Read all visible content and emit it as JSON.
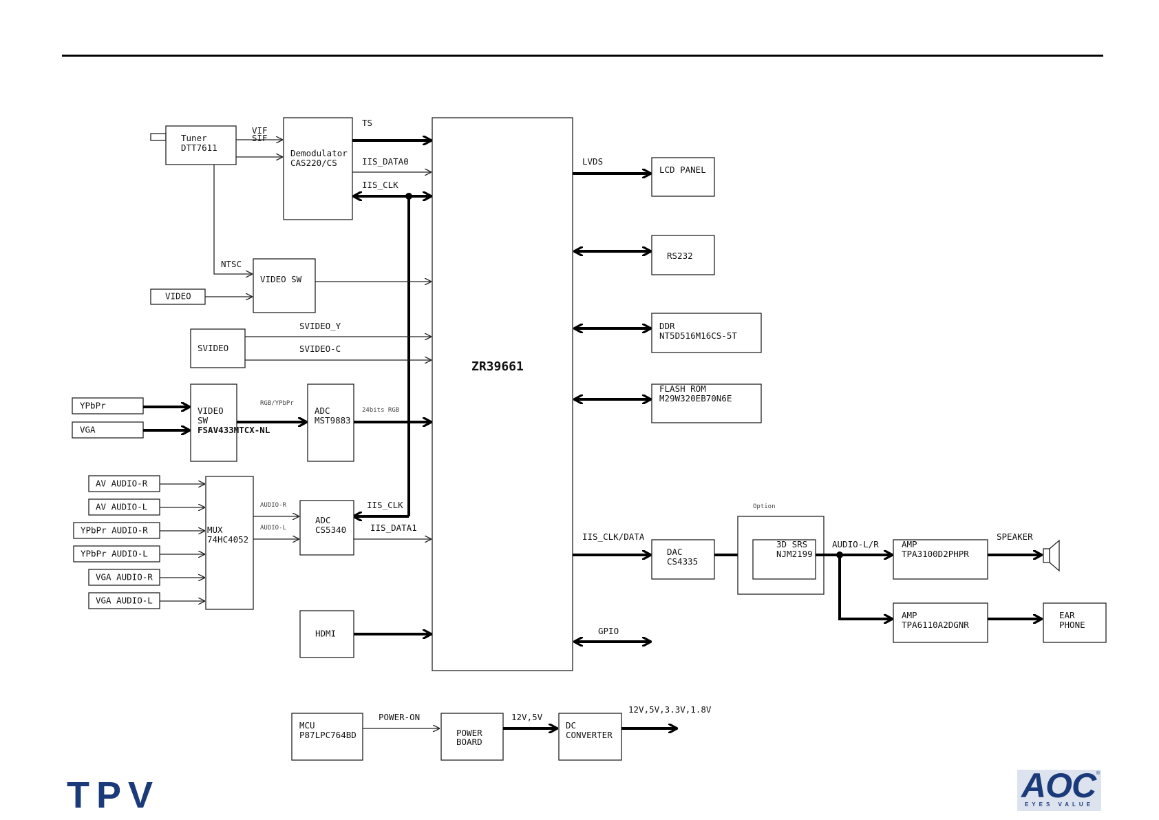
{
  "blocks": {
    "tuner": [
      "Tuner",
      "DTT7611"
    ],
    "demod": [
      "Demodulator",
      "CAS220/CS"
    ],
    "main": "ZR39661",
    "video_sw": "VIDEO SW",
    "video_in": "VIDEO",
    "svideo": "SVIDEO",
    "ypbpr": "YPbPr",
    "vga": "VGA",
    "video_sw2": [
      "VIDEO",
      "SW",
      "FSAV433MTCX-NL"
    ],
    "adc_mst": [
      "ADC",
      "MST9883"
    ],
    "av_audio_r": "AV AUDIO-R",
    "av_audio_l": "AV AUDIO-L",
    "ypbpr_audio_r": "YPbPr AUDIO-R",
    "ypbpr_audio_l": "YPbPr AUDIO-L",
    "vga_audio_r": "VGA AUDIO-R",
    "vga_audio_l": "VGA AUDIO-L",
    "mux": [
      "MUX",
      "74HC4052"
    ],
    "adc_cs": [
      "ADC",
      "CS5340"
    ],
    "hdmi": "HDMI",
    "lcd": "LCD PANEL",
    "rs232": "RS232",
    "ddr": [
      "DDR",
      "NT5D516M16CS-5T"
    ],
    "flash": [
      "FLASH ROM",
      "M29W320EB70N6E"
    ],
    "dac": [
      "DAC",
      "CS4335"
    ],
    "srs": [
      "3D SRS",
      "NJM2199"
    ],
    "amp1": [
      "AMP",
      "TPA3100D2PHPR"
    ],
    "amp2": [
      "AMP",
      "TPA6110A2DGNR"
    ],
    "earphone": [
      "EAR",
      "PHONE"
    ],
    "mcu": [
      "MCU",
      "P87LPC764BD"
    ],
    "power": [
      "POWER",
      "BOARD"
    ],
    "dc": [
      "DC",
      "CONVERTER"
    ]
  },
  "signals": {
    "vif": "VIF",
    "sif": "SIF",
    "ts": "TS",
    "iis_data0": "IIS_DATA0",
    "iis_clk": "IIS_CLK",
    "ntsc": "NTSC",
    "svideo_y": "SVIDEO_Y",
    "svideo_c": "SVIDEO-C",
    "rgb_ypbpr": "RGB/YPbPr",
    "bits24": "24bits RGB",
    "audio_r": "AUDIO-R",
    "audio_l": "AUDIO-L",
    "iis_clk2": "IIS_CLK",
    "iis_data1": "IIS_DATA1",
    "lvds": "LVDS",
    "iis_clk_data": "IIS_CLK/DATA",
    "gpio": "GPIO",
    "option": "Option",
    "audio_lr": "AUDIO-L/R",
    "speaker": "SPEAKER",
    "power_on": "POWER-ON",
    "v12_5": "12V,5V",
    "v_all": "12V,5V,3.3V,1.8V"
  },
  "logos": {
    "left": "TPV",
    "right": "AOC",
    "right_tagline": "EYES VALUE"
  },
  "colors": {
    "logo_blue": "#1b3a7a",
    "line": "#000000"
  }
}
